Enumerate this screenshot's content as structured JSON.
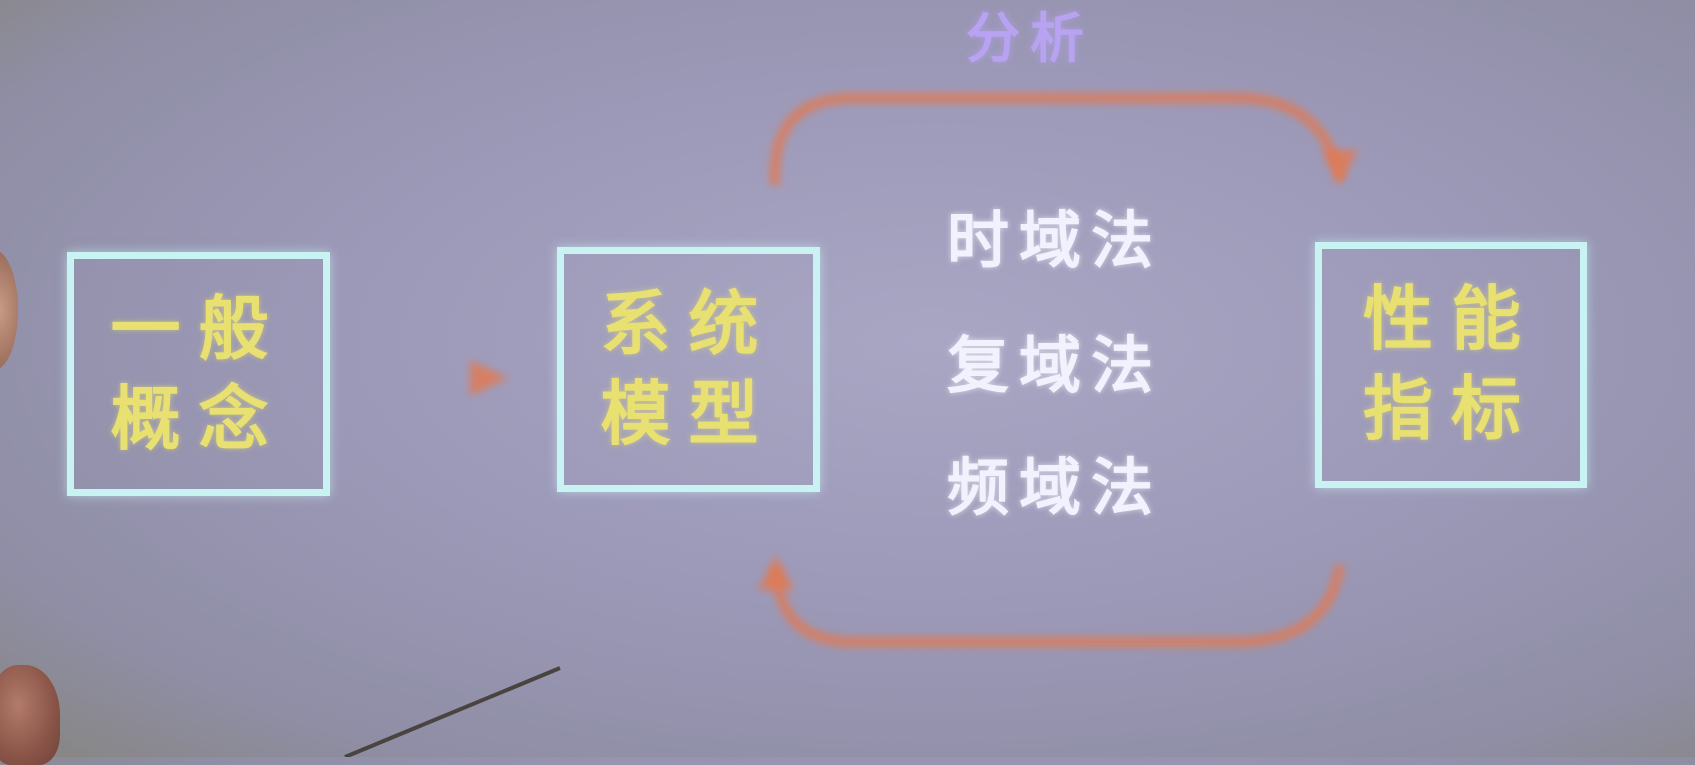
{
  "diagram": {
    "top_label": "分析",
    "bottom_label": "",
    "boxes": [
      {
        "id": "concept",
        "line1": "一般",
        "line2": "概念"
      },
      {
        "id": "model",
        "line1": "系统",
        "line2": "模型"
      },
      {
        "id": "performance",
        "line1": "性能",
        "line2": "指标"
      }
    ],
    "methods": [
      "时域法",
      "复域法",
      "频域法"
    ]
  },
  "colors": {
    "box_border": "#c9f2f2",
    "box_text": "#e8e070",
    "method_text": "#f2f2ff",
    "arrow": "#e07a55",
    "label": "#b8a2f2"
  }
}
